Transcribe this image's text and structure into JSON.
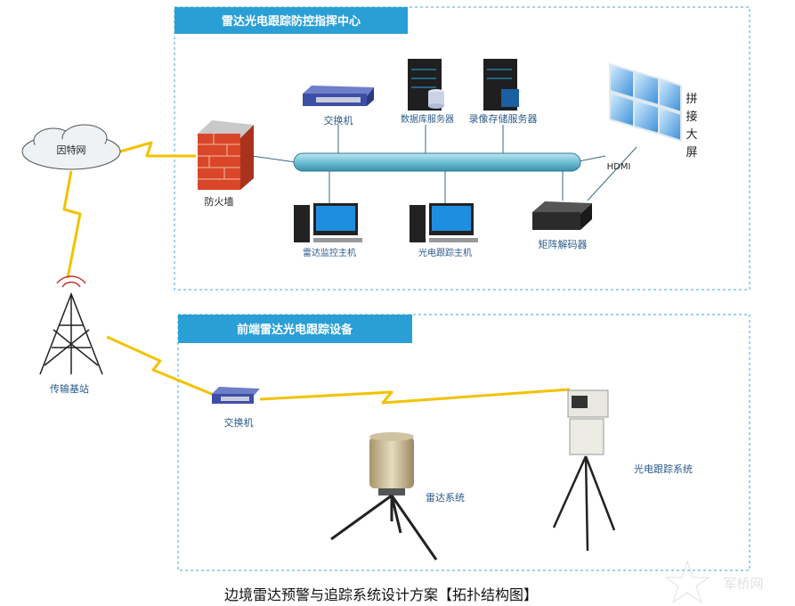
{
  "command_center": {
    "title": "雷达光电跟踪防控指挥中心",
    "switch": "交换机",
    "db_server": "数据库服务器",
    "video_server": "录像存储服务器",
    "video_wall": [
      "拼",
      "接",
      "大",
      "屏"
    ],
    "hdmi": "HDMI",
    "firewall": "防火墙",
    "radar_host": "雷达监控主机",
    "eo_host": "光电跟踪主机",
    "matrix_decoder": "矩阵解码器"
  },
  "internet": "因特网",
  "base_station": "传输基站",
  "frontend": {
    "title": "前端雷达光电跟踪设备",
    "switch": "交换机",
    "radar": "雷达系统",
    "eo_system": "光电跟踪系统"
  },
  "caption": "边境雷达预警与追踪系统设计方案【拓扑结构图】",
  "watermark": "军桥网",
  "colors": {
    "header": "#2a9fd6",
    "link": "#f2c200",
    "border": "#4aa3d8"
  }
}
